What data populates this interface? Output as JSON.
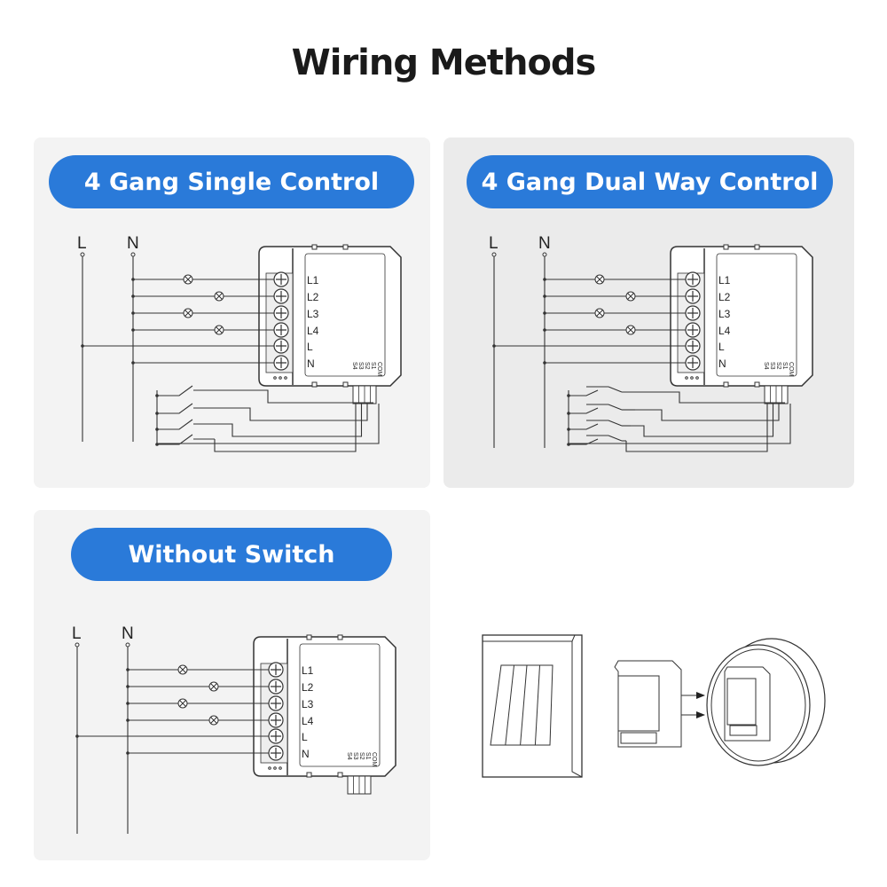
{
  "title": "Wiring Methods",
  "colors": {
    "pill": "#2a7ad9",
    "panel_light": "#f3f3f3",
    "panel_dark": "#ebebeb",
    "line": "#333333"
  },
  "panels": [
    {
      "heading": "4 Gang Single Control",
      "switch_mode": "single"
    },
    {
      "heading": "4 Gang Dual Way Control",
      "switch_mode": "dual"
    },
    {
      "heading": "Without Switch",
      "switch_mode": "none"
    }
  ],
  "diagram": {
    "supply_labels": [
      "L",
      "N"
    ],
    "terminal_labels": [
      "L1",
      "L2",
      "L3",
      "L4",
      "L",
      "N"
    ],
    "switch_terminal_labels": [
      "COM",
      "S1",
      "S2",
      "S3",
      "S4"
    ],
    "lamp_icon": "lamp-icon"
  },
  "installation_illustration": [
    "wall-switch",
    "relay-module",
    "wall-box"
  ]
}
